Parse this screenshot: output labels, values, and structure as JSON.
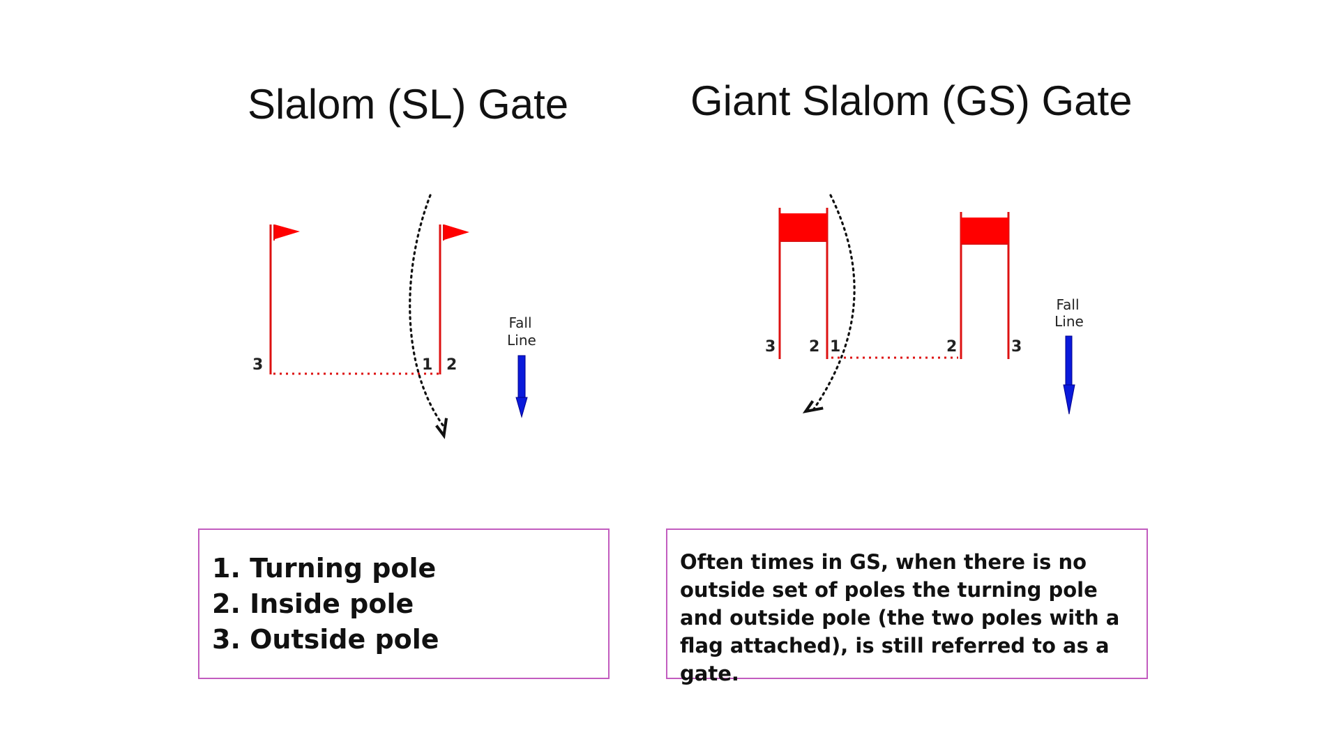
{
  "titles": {
    "slalom": "Slalom (SL) Gate",
    "giant_slalom": "Giant Slalom (GS) Gate"
  },
  "slalom_diagram": {
    "pole_labels": [
      "3",
      "1",
      "2"
    ],
    "fall_line": [
      "Fall",
      "Line"
    ]
  },
  "gs_diagram": {
    "pole_labels": [
      "3",
      "2",
      "1",
      "2",
      "3"
    ],
    "fall_line": [
      "Fall",
      "Line"
    ]
  },
  "legend": {
    "items": [
      "1. Turning pole",
      "2. Inside pole",
      "3. Outside pole"
    ]
  },
  "note": {
    "text": "Often times in GS, when there is no outside set of poles the turning pole and outside pole (the two poles with a flag attached), is still referred to as a gate."
  },
  "colors": {
    "pole": "#dd1111",
    "flag": "#ff0000",
    "arrow": "#0a1adb",
    "box_border": "#c25cbf"
  }
}
